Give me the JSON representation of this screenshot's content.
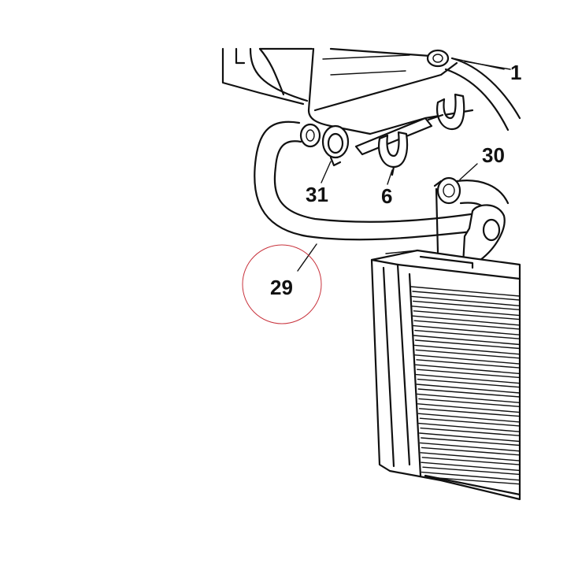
{
  "diagram": {
    "callouts": {
      "c1": "1",
      "c29": "29",
      "c30": "30",
      "c31": "31",
      "c6": "6"
    },
    "highlight_color": "#c8323c",
    "line_color": "#111111"
  }
}
